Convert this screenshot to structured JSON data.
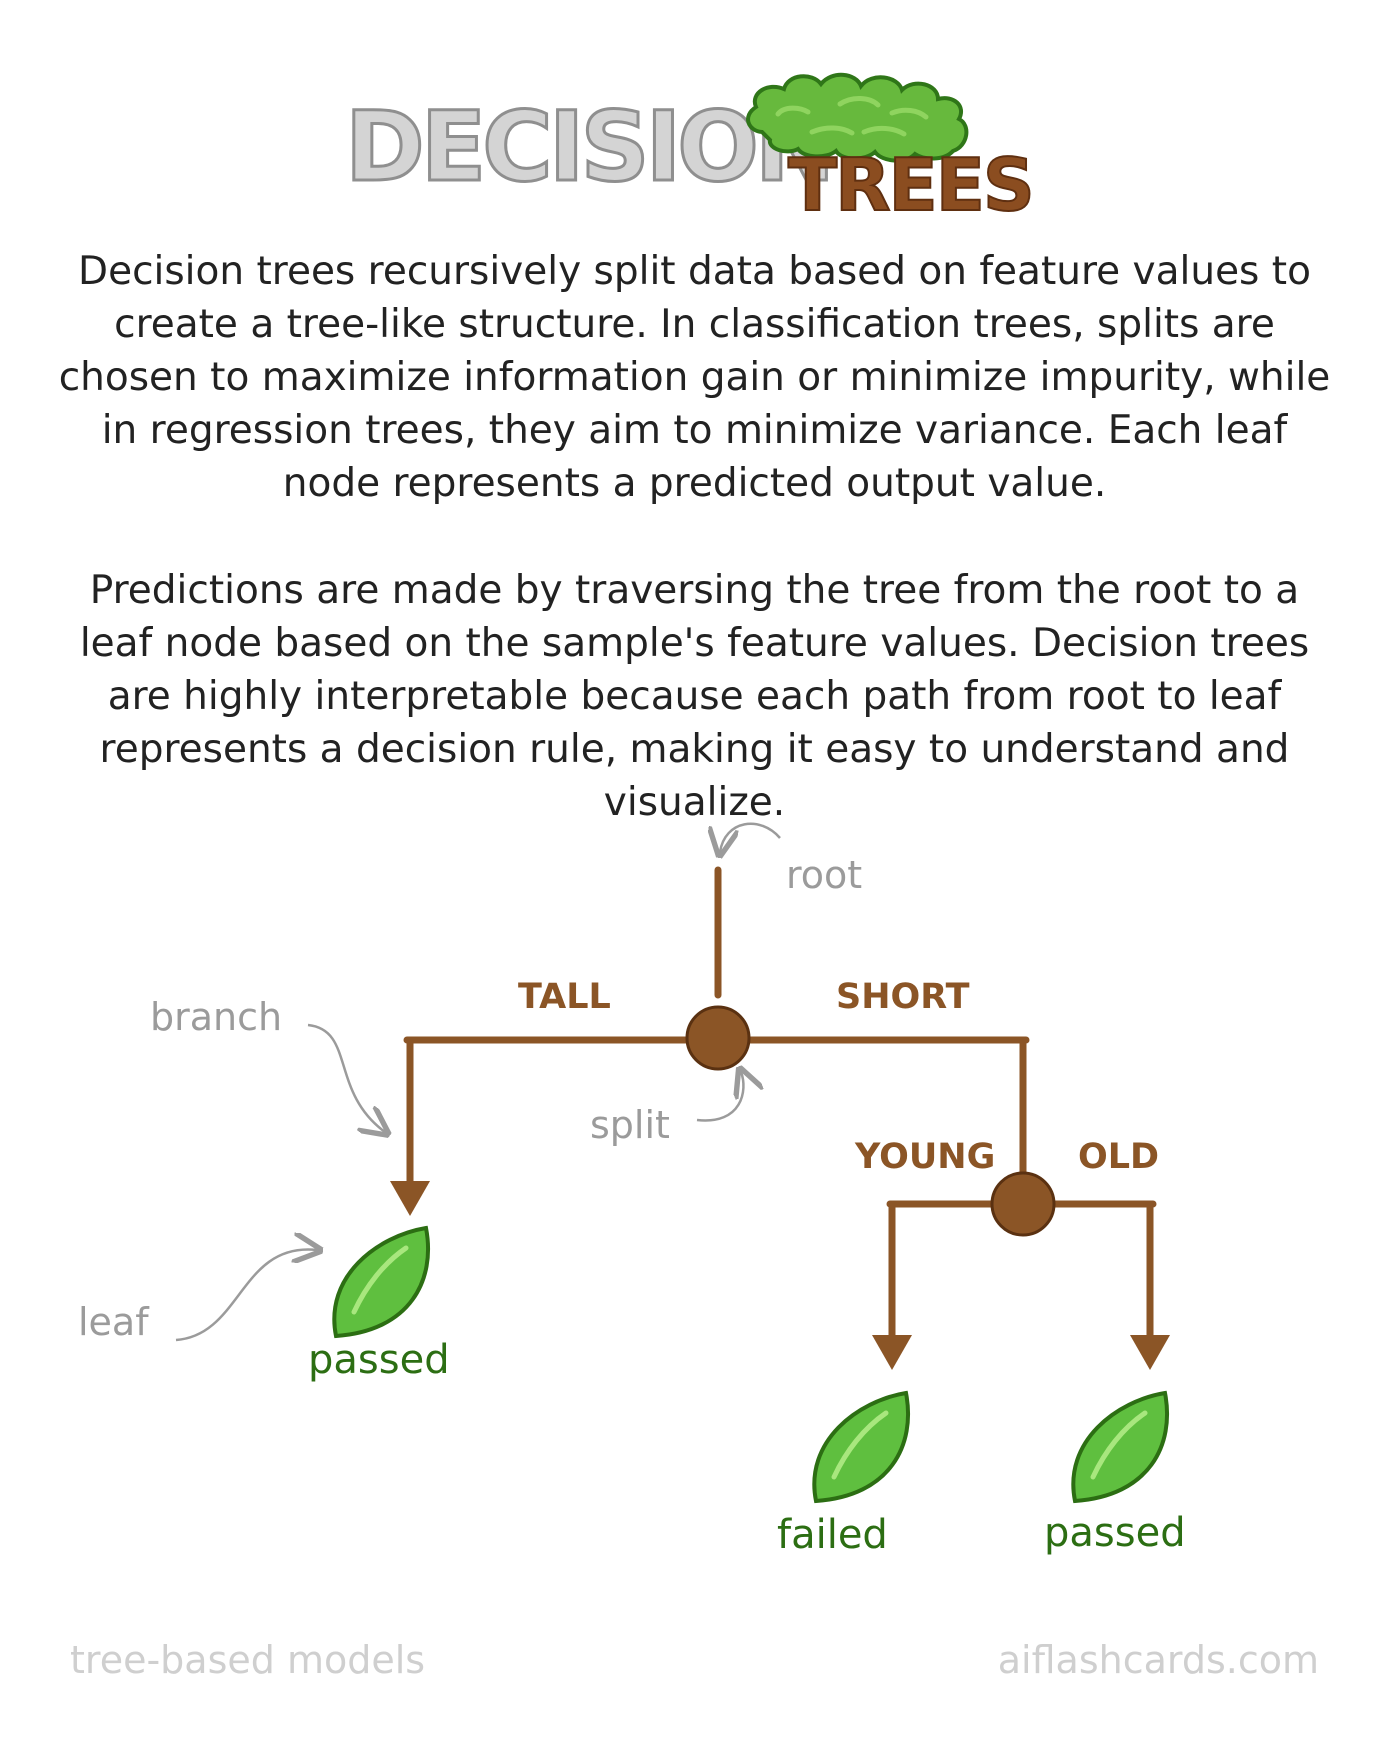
{
  "title": {
    "word1": "DECISION",
    "word2": "TREES"
  },
  "paragraphs": [
    "Decision trees recursively split data based on feature values to create a tree-like structure. In classification trees, splits are chosen to maximize information gain or minimize impurity, while in regression trees, they aim to minimize variance. Each leaf node represents a predicted output value.",
    "Predictions are made by traversing the tree from the root to a leaf node based on the sample's feature values. Decision trees are highly interpretable because each path from root to leaf represents a decision rule, making it easy to understand and visualize."
  ],
  "diagram": {
    "annotations": {
      "root": "root",
      "branch": "branch",
      "split": "split",
      "leaf": "leaf"
    },
    "branch_labels": {
      "tall": "TALL",
      "short": "SHORT",
      "young": "YOUNG",
      "old": "OLD"
    },
    "leaf_outcomes": {
      "left": "passed",
      "middle": "failed",
      "right": "passed"
    }
  },
  "footer": {
    "left": "tree-based models",
    "right": "aiflashcards.com"
  },
  "colors": {
    "branch_brown": "#8b5526",
    "leaf_green": "#5fbf3f",
    "leaf_dark_green": "#2c6e13",
    "annotation_gray": "#9b9b9b",
    "title_gray": "#cfcfcf",
    "footer_gray": "#cfcfcf"
  }
}
